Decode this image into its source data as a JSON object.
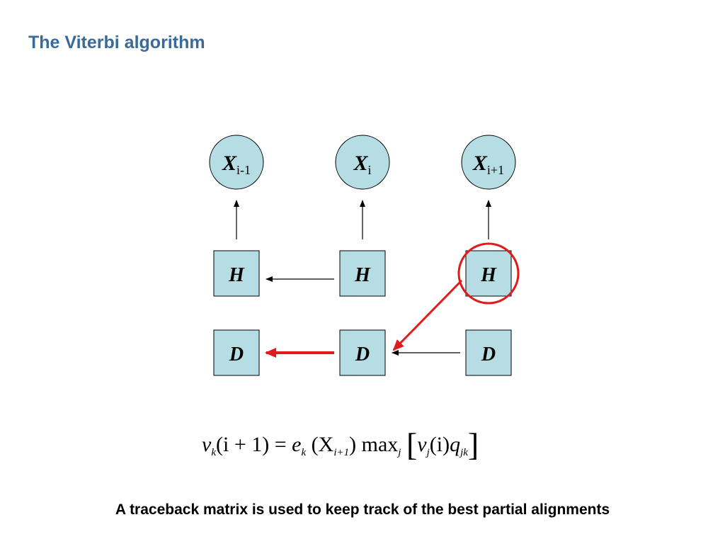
{
  "title": "The Viterbi algorithm",
  "observations": [
    {
      "base": "X",
      "sub": "i-1"
    },
    {
      "base": "X",
      "sub": "i"
    },
    {
      "base": "X",
      "sub": "i+1"
    }
  ],
  "state_rows": [
    {
      "label": "H",
      "cells": [
        "H",
        "H",
        "H"
      ]
    },
    {
      "label": "D",
      "cells": [
        "D",
        "D",
        "D"
      ]
    }
  ],
  "colors": {
    "title": "#3a6a9a",
    "node_fill": "#b6dde3",
    "traceback": "#e11b1b",
    "ink": "#000000"
  },
  "formula": {
    "lhs_v": "v",
    "lhs_v_sub": "k",
    "lhs_arg": "(i + 1)",
    "eq": "=",
    "e": "e",
    "e_sub": "k",
    "e_arg_open": "(X",
    "e_arg_sub": "i+1",
    "e_arg_close": ")",
    "max": "max",
    "max_sub": "j",
    "br_open": "[",
    "v": "v",
    "v_sub": "j",
    "v_arg": "(i)",
    "q": "q",
    "q_sub": "jk",
    "br_close": "]"
  },
  "caption": "A traceback matrix is used to keep track of the best partial alignments"
}
